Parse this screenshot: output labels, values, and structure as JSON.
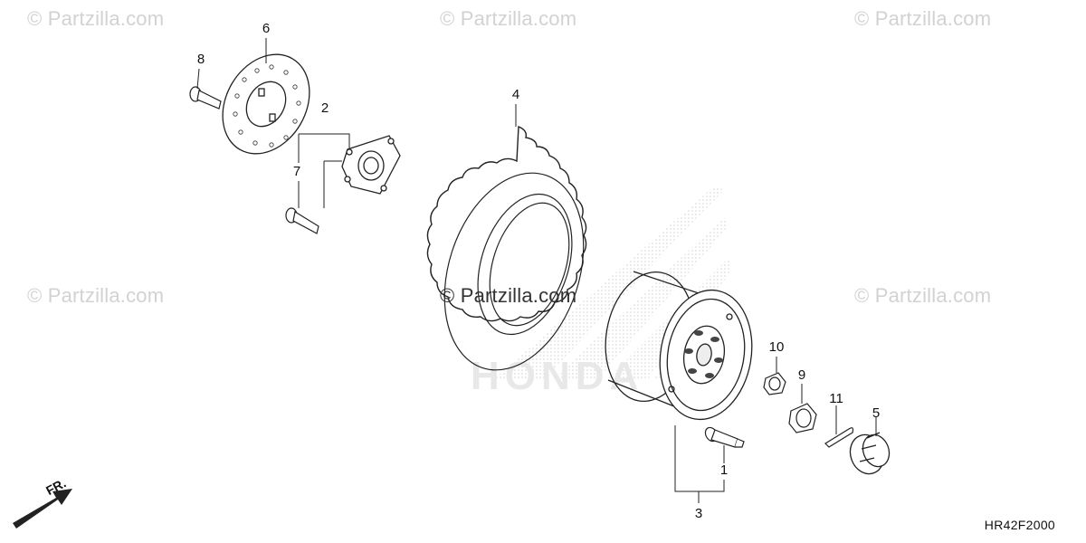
{
  "watermarks": {
    "top_left": "© Partzilla.com",
    "top_center": "© Partzilla.com",
    "top_right": "© Partzilla.com",
    "mid_left": "© Partzilla.com",
    "center": "© Partzilla.com",
    "mid_right": "© Partzilla.com"
  },
  "callouts": {
    "p1": "1",
    "p2": "2",
    "p3": "3",
    "p4": "4",
    "p5": "5",
    "p6": "6",
    "p7": "7",
    "p8": "8",
    "p9": "9",
    "p10": "10",
    "p11": "11"
  },
  "direction_label": "FR.",
  "diagram_code": "HR42F2000",
  "colors": {
    "line": "#222222",
    "watermark": "#d2d2d2",
    "background_logo": "#e4e4e4"
  }
}
